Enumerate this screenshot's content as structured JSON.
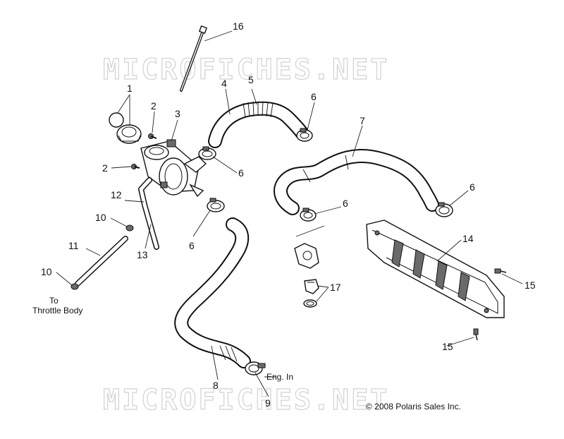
{
  "watermark": {
    "top": "MICROFICHES.NET",
    "bottom": "MICROFICHES.NET"
  },
  "callouts": [
    {
      "id": "1",
      "label": "1"
    },
    {
      "id": "2a",
      "label": "2"
    },
    {
      "id": "2b",
      "label": "2"
    },
    {
      "id": "3",
      "label": "3"
    },
    {
      "id": "4",
      "label": "4"
    },
    {
      "id": "5",
      "label": "5"
    },
    {
      "id": "6a",
      "label": "6"
    },
    {
      "id": "6b",
      "label": "6"
    },
    {
      "id": "6c",
      "label": "6"
    },
    {
      "id": "6d",
      "label": "6"
    },
    {
      "id": "6e",
      "label": "6"
    },
    {
      "id": "7",
      "label": "7"
    },
    {
      "id": "8",
      "label": "8"
    },
    {
      "id": "9",
      "label": "9"
    },
    {
      "id": "10a",
      "label": "10"
    },
    {
      "id": "10b",
      "label": "10"
    },
    {
      "id": "11",
      "label": "11"
    },
    {
      "id": "12",
      "label": "12"
    },
    {
      "id": "13",
      "label": "13"
    },
    {
      "id": "14",
      "label": "14"
    },
    {
      "id": "15a",
      "label": "15"
    },
    {
      "id": "15b",
      "label": "15"
    },
    {
      "id": "16",
      "label": "16"
    },
    {
      "id": "17",
      "label": "17"
    }
  ],
  "notes": {
    "throttle_line1": "To",
    "throttle_line2": "Throttle Body",
    "engine_in": "Eng. In"
  },
  "copyright": "© 2008 Polaris Sales Inc."
}
